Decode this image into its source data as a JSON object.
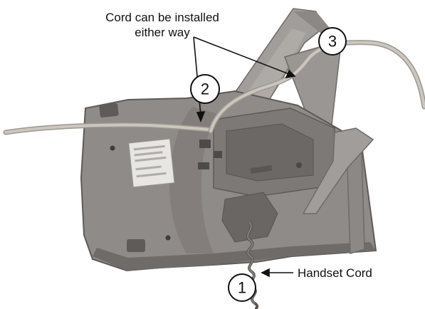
{
  "figure": {
    "callouts": [
      {
        "number": "1",
        "label": "Handset Cord"
      },
      {
        "number": "2",
        "label": "Cord can be installed\neither way"
      },
      {
        "number": "3",
        "label": ""
      }
    ],
    "colors": {
      "phone_body": "#8f8b88",
      "phone_dark": "#6f6b68",
      "cord": "#b9b4ac",
      "stand": "#9a9694",
      "label_plate": "#e8e6e2",
      "ink": "#111111"
    }
  }
}
